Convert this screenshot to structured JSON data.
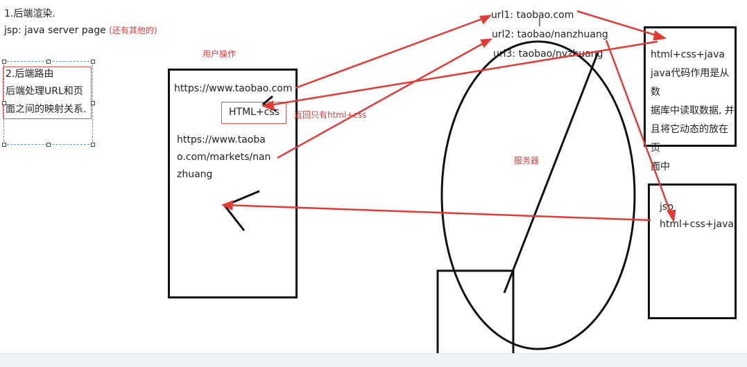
{
  "notes": {
    "line1": "1.后端渲染.",
    "line2_main": "jsp: java server page",
    "line2_note": "(还有其他的)"
  },
  "routing_box": {
    "title": "2.后端路由",
    "body_line1": "后端处理URL和页",
    "body_line2": "面之间的映射关系."
  },
  "client": {
    "user_action_label": "用户操作",
    "url1": "https://www.taobao.com",
    "html_css": "HTML+css",
    "returns_label": "返回只有html+css",
    "url2_lines": [
      "https://www.taoba",
      "o.com/markets/nan",
      "zhuang"
    ]
  },
  "server": {
    "label": "服务器",
    "urls": [
      "url1: taobao.com",
      "url2: taobao/nanzhuang",
      "url3: taobao/nvzhuang"
    ]
  },
  "page_box1": {
    "lines": [
      "html+css+java",
      "java代码作用是从数",
      "据库中读取数据, 并",
      "且将它动态的放在页",
      "面中"
    ]
  },
  "page_box2": {
    "lines": [
      "jsp",
      "html+css+java"
    ]
  },
  "colors": {
    "arrow": "#e53935",
    "stroke": "#111111",
    "note_red": "#e23b3b"
  }
}
